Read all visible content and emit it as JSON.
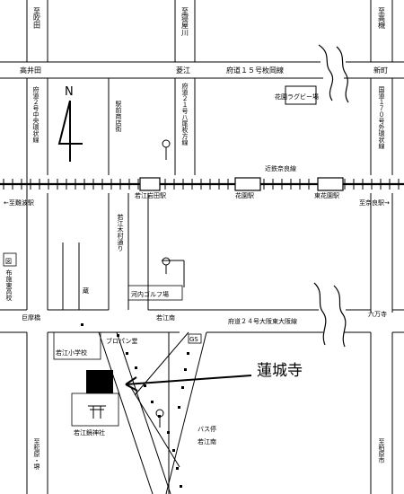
{
  "map": {
    "top_labels": {
      "suita": "至吹田",
      "neyagawa": "至寝屋川",
      "takatsuki": "至高槻"
    },
    "stations_top": {
      "takaidahon": "高井田",
      "shinkaidou": "新町",
      "fuse": "菱江"
    },
    "north_symbol": "N",
    "roads": {
      "hirakata_line": "府道１５号枚岡線",
      "chuo_kanjo": "府道２号中央環状線",
      "yao_hirakata": "府道２１号八尾枚方線",
      "gaikan": "国道１７０号外環状線",
      "osaka_higashi": "府道２４号大阪東大阪線",
      "kintetsu": "近鉄奈良線"
    },
    "places": {
      "rugby": "花園ラグビー場",
      "ekimae": "駅前商店街",
      "golf": "河内ゴルフ場",
      "kimura": "若江木村通り",
      "kura": "蔵",
      "higashi_koukou": "布施東高校",
      "wakae_school": "若江小学校",
      "wakae_shrine": "若江鏡神社",
      "bus_stop": "バス停",
      "bus_stop_name": "若江南",
      "target": "蓮城寺",
      "shop": "ブロパン堂",
      "ge": "GS"
    },
    "stations": {
      "wakae_iwata": "若江岩田駅",
      "hanazono": "花園駅",
      "higashi_hanazono": "東花園駅"
    },
    "directions": {
      "nanba": "←至難波駅",
      "nara": "至奈良駅→",
      "sakai": "至松原・堺",
      "kashiwara": "至柏原市"
    },
    "intersections": {
      "kitano": "巨摩橋",
      "wakae_minami": "若江南",
      "rokuman": "六万寺"
    }
  }
}
